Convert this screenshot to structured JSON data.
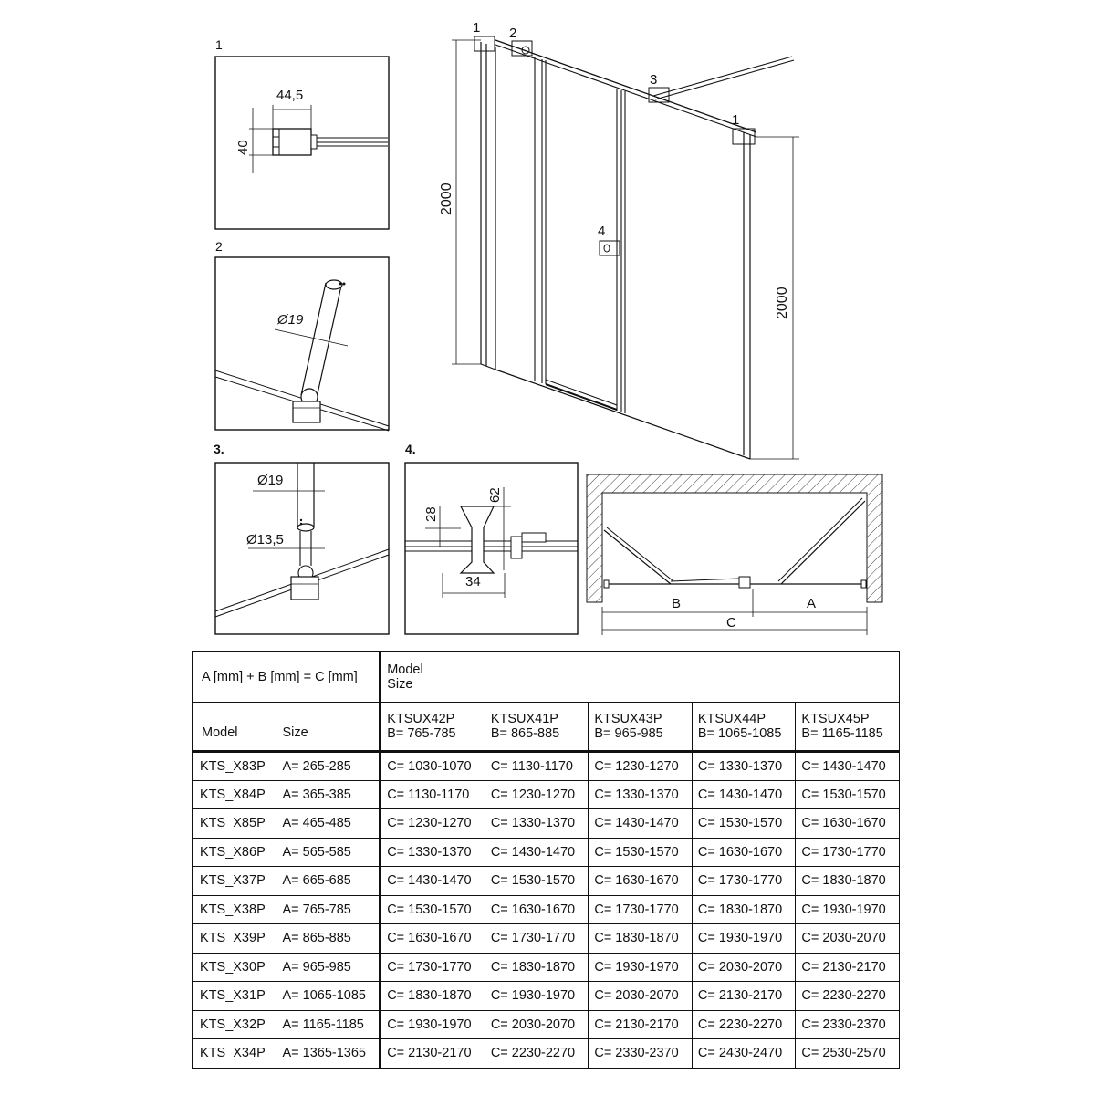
{
  "details": {
    "d1": {
      "label": "1",
      "width": "44,5",
      "height": "40"
    },
    "d2": {
      "label": "2",
      "diameter": "Ø19"
    },
    "d3": {
      "label": "3.",
      "outer_diameter": "Ø19",
      "inner_diameter": "Ø13,5"
    },
    "d4": {
      "label": "4.",
      "h1": "28",
      "h2": "62",
      "w": "34"
    }
  },
  "main_drawing": {
    "callouts": [
      "1",
      "2",
      "3",
      "1",
      "4"
    ],
    "height_left": "2000",
    "height_right": "2000"
  },
  "plan_view": {
    "dim_a": "A",
    "dim_b": "B",
    "dim_c": "C"
  },
  "table": {
    "formula": "A [mm] + B [mm] = C [mm]",
    "model_label": "Model",
    "size_label": "Size",
    "top_model": "Model",
    "top_size": "Size",
    "columns": [
      {
        "model": "KTSUX42P",
        "b": "B= 765-785"
      },
      {
        "model": "KTSUX41P",
        "b": "B= 865-885"
      },
      {
        "model": "KTSUX43P",
        "b": "B= 965-985"
      },
      {
        "model": "KTSUX44P",
        "b": "B= 1065-1085"
      },
      {
        "model": "KTSUX45P",
        "b": "B= 1165-1185"
      }
    ],
    "rows": [
      {
        "model": "KTS_X83P",
        "a": "A= 265-285",
        "c": [
          "C= 1030-1070",
          "C= 1130-1170",
          "C= 1230-1270",
          "C= 1330-1370",
          "C= 1430-1470"
        ]
      },
      {
        "model": "KTS_X84P",
        "a": "A= 365-385",
        "c": [
          "C= 1130-1170",
          "C= 1230-1270",
          "C= 1330-1370",
          "C= 1430-1470",
          "C= 1530-1570"
        ]
      },
      {
        "model": "KTS_X85P",
        "a": "A= 465-485",
        "c": [
          "C= 1230-1270",
          "C= 1330-1370",
          "C= 1430-1470",
          "C= 1530-1570",
          "C= 1630-1670"
        ]
      },
      {
        "model": "KTS_X86P",
        "a": "A= 565-585",
        "c": [
          "C= 1330-1370",
          "C= 1430-1470",
          "C= 1530-1570",
          "C= 1630-1670",
          "C= 1730-1770"
        ]
      },
      {
        "model": "KTS_X37P",
        "a": "A= 665-685",
        "c": [
          "C= 1430-1470",
          "C= 1530-1570",
          "C= 1630-1670",
          "C= 1730-1770",
          "C= 1830-1870"
        ]
      },
      {
        "model": "KTS_X38P",
        "a": "A= 765-785",
        "c": [
          "C= 1530-1570",
          "C= 1630-1670",
          "C= 1730-1770",
          "C= 1830-1870",
          "C= 1930-1970"
        ]
      },
      {
        "model": "KTS_X39P",
        "a": "A= 865-885",
        "c": [
          "C= 1630-1670",
          "C= 1730-1770",
          "C= 1830-1870",
          "C= 1930-1970",
          "C= 2030-2070"
        ]
      },
      {
        "model": "KTS_X30P",
        "a": "A= 965-985",
        "c": [
          "C= 1730-1770",
          "C= 1830-1870",
          "C= 1930-1970",
          "C= 2030-2070",
          "C= 2130-2170"
        ]
      },
      {
        "model": "KTS_X31P",
        "a": "A= 1065-1085",
        "c": [
          "C= 1830-1870",
          "C= 1930-1970",
          "C= 2030-2070",
          "C= 2130-2170",
          "C= 2230-2270"
        ]
      },
      {
        "model": "KTS_X32P",
        "a": "A= 1165-1185",
        "c": [
          "C= 1930-1970",
          "C= 2030-2070",
          "C= 2130-2170",
          "C= 2230-2270",
          "C= 2330-2370"
        ]
      },
      {
        "model": "KTS_X34P",
        "a": "A= 1365-1365",
        "c": [
          "C= 2130-2170",
          "C= 2230-2270",
          "C= 2330-2370",
          "C= 2430-2470",
          "C= 2530-2570"
        ]
      }
    ]
  }
}
